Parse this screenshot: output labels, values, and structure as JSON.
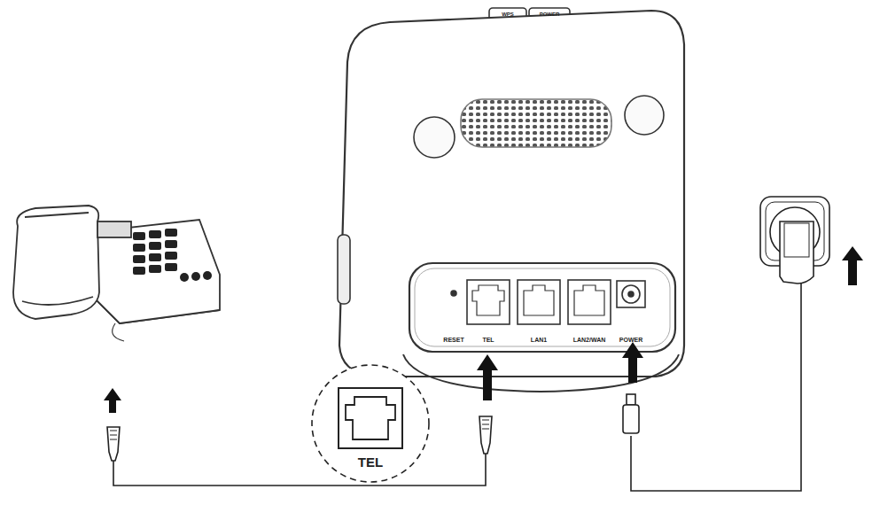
{
  "diagram": {
    "labels": [
      "WPS",
      "POWER",
      "RESET",
      "TEL",
      "LAN1",
      "LAN2/WAN",
      "POWER",
      "TEL"
    ]
  }
}
